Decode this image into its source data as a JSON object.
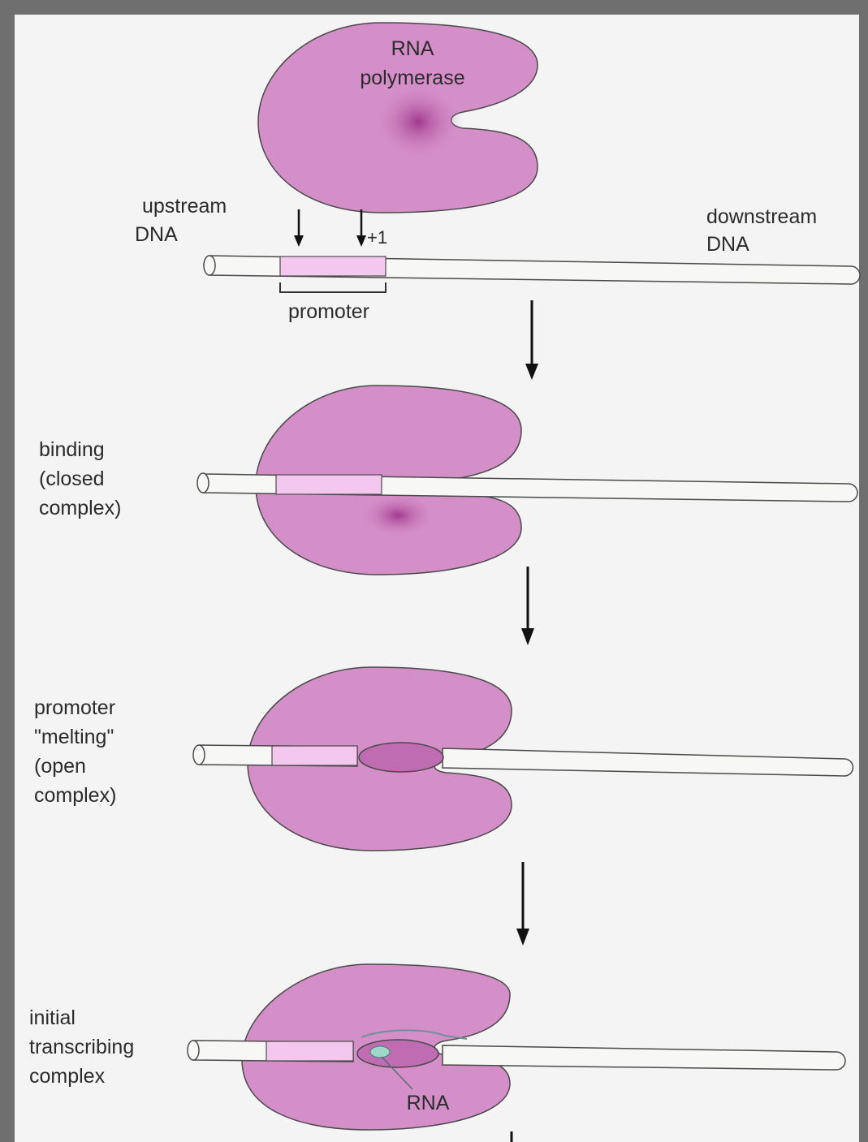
{
  "colors": {
    "page": "#f4f4f4",
    "frame": "#6f6f6f",
    "polymerase": "#d48fc9",
    "polymerase_dark": "#b24e9e",
    "outline": "#4a4a4a",
    "dna": "#f7f7f5",
    "promoter": "#f4c7ee",
    "rna": "#9fd7c8",
    "arrow": "#111111"
  },
  "icons": [
    "down-arrow-icon"
  ],
  "top": {
    "polymerase_label_line1": "RNA",
    "polymerase_label_line2": "polymerase",
    "upstream_line1": "upstream",
    "upstream_line2": "DNA",
    "downstream_line1": "downstream",
    "downstream_line2": "DNA",
    "plus_one": "+1",
    "promoter": "promoter"
  },
  "steps": [
    {
      "lines": [
        "binding",
        "(closed",
        "complex)"
      ]
    },
    {
      "lines": [
        "promoter",
        "\"melting\"",
        "(open",
        "complex)"
      ]
    },
    {
      "lines": [
        "initial",
        "transcribing",
        "complex"
      ]
    }
  ],
  "rna_label": "RNA"
}
